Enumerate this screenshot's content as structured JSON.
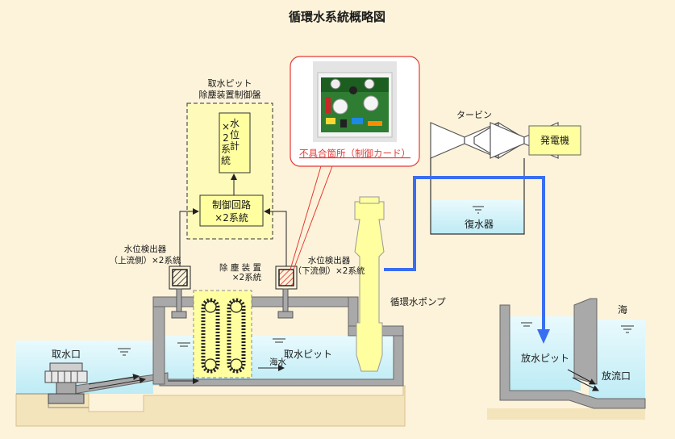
{
  "title": "循環水系統概略図",
  "labels": {
    "panel_title_1": "取水ピット",
    "panel_title_2": "除塵装置制御盤",
    "level_meter_chars": [
      "水",
      "位",
      "計",
      "×",
      "2",
      "系",
      "統"
    ],
    "control_circuit_1": "制御回路",
    "control_circuit_2": "×2系統",
    "upstream_detector_1": "水位検出器",
    "upstream_detector_2": "（上流側）×2系統",
    "downstream_detector_1": "水位検出器",
    "downstream_detector_2": "（下流側）×2系統",
    "dust_remover_1": "除 塵 装 置",
    "dust_remover_2": "×2系統",
    "defect_location": "不具合箇所（制御カード）",
    "turbine": "タービン",
    "generator": "発電機",
    "condenser": "復水器",
    "pump": "循環水ポンプ",
    "intake_mouth": "取水口",
    "intake_pit": "取水ピット",
    "seawater": "海水",
    "discharge_pit": "放水ピット",
    "discharge_mouth": "放流口",
    "sea": "海"
  },
  "colors": {
    "background": "#FDF3DA",
    "water": "#D6F4FA",
    "structure": "#A9A9A9",
    "panel_yellow": "#FFFFA0",
    "highlight_red": "#E53935",
    "flow_blue": "#3A6EF0"
  }
}
